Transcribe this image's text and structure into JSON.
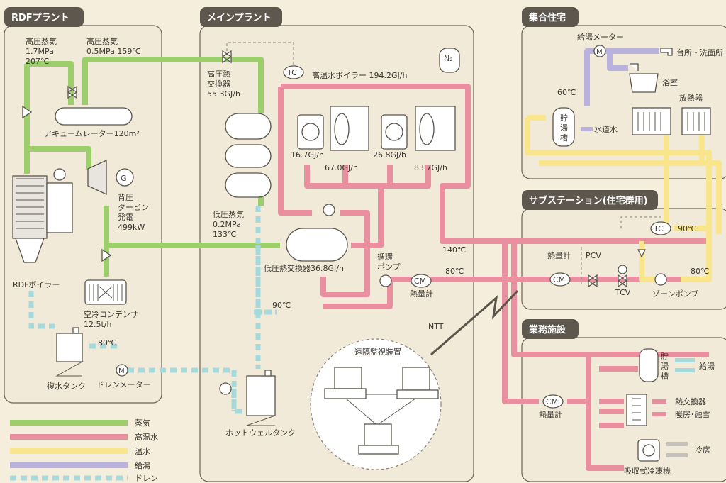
{
  "sections": {
    "rdf": "RDFプラント",
    "main": "メインプラント",
    "housing": "集合住宅",
    "substation": "サブステーション(住宅群用)",
    "business": "業務施設"
  },
  "rdf": {
    "hp_steam_1": "高圧蒸気",
    "hp_steam_1_p": "1.7MPa",
    "hp_steam_1_t": "207℃",
    "hp_steam_2": "高圧蒸気",
    "hp_steam_2_pt": "0.5MPa 159℃",
    "accumulator": "アキュームレーター120m³",
    "turbine_1": "背圧",
    "turbine_2": "タービン",
    "turbine_3": "発電",
    "turbine_4": "499kW",
    "boiler": "RDFボイラー",
    "condenser_1": "空冷コンデンサ",
    "condenser_2": "12.5t/h",
    "temp_80": "80℃",
    "return_tank": "復水タンク",
    "drain_meter": "ドレンメーター",
    "gen_symbol": "G",
    "meter_symbol": "M"
  },
  "main": {
    "hx_hp_1": "高圧熱",
    "hx_hp_2": "交換器",
    "hx_hp_3": "55.3GJ/h",
    "boiler_title": "高温水ボイラー 194.2GJ/h",
    "b1": "16.7GJ/h",
    "b2": "67.0GJ/h",
    "b3": "26.8GJ/h",
    "b4": "83.7GJ/h",
    "lp_steam_1": "低圧蒸気",
    "lp_steam_2": "0.2MPa",
    "lp_steam_3": "133℃",
    "hx_lp": "低圧熱交換器36.8GJ/h",
    "pump_1": "循環",
    "pump_2": "ポンプ",
    "temp_140": "140℃",
    "temp_80": "80℃",
    "temp_90": "90℃",
    "heat_meter": "熱量計",
    "ntt": "NTT",
    "monitor": "遠隔監視装置",
    "hotwell": "ホットウェルタンク",
    "tc": "TC",
    "n2": "N₂",
    "cm": "CM"
  },
  "housing": {
    "supply_meter": "給湯メーター",
    "kitchen": "台所・洗面所",
    "bath": "浴室",
    "temp_60": "60℃",
    "radiator": "放熱器",
    "tank_1": "貯",
    "tank_2": "湯",
    "tank_3": "槽",
    "tap_water": "水道水",
    "meter_symbol": "M"
  },
  "substation": {
    "heat_meter": "熱量計",
    "pcv": "PCV",
    "tc": "TC",
    "temp_90": "90℃",
    "temp_80": "80℃",
    "tcv": "TCV",
    "zone_pump": "ゾーンポンプ",
    "cm": "CM"
  },
  "business": {
    "tank_1": "貯",
    "tank_2": "湯",
    "tank_3": "槽",
    "hot_supply": "給湯",
    "hx": "熱交換器",
    "heating": "暖房･融雪",
    "chiller": "吸収式冷凍機",
    "cooling": "冷房",
    "heat_meter": "熱量計",
    "cm": "CM"
  },
  "legend": {
    "steam": "蒸気",
    "hot": "高温水",
    "warm": "温水",
    "supply": "給湯",
    "drain": "ドレン"
  },
  "colors": {
    "steam": "#9ccf6c",
    "hot": "#ea8fa0",
    "warm": "#f9e58c",
    "supply": "#b9b2dc",
    "drain": "#a6d9dc",
    "tab": "#5e574d"
  }
}
